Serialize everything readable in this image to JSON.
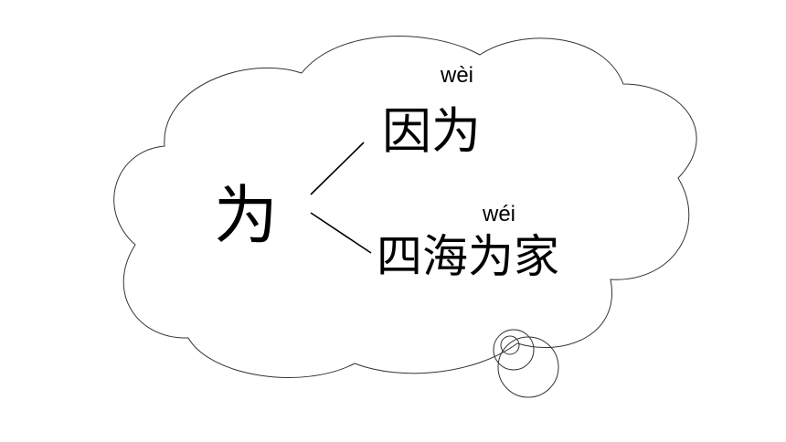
{
  "diagram": {
    "root": {
      "text": "为"
    },
    "branches": [
      {
        "word": "因为",
        "pinyin": "wèi"
      },
      {
        "word": "四海为家",
        "pinyin": "wéi"
      }
    ]
  },
  "colors": {
    "outline": "#333333",
    "text": "#000000",
    "background": "#ffffff"
  }
}
